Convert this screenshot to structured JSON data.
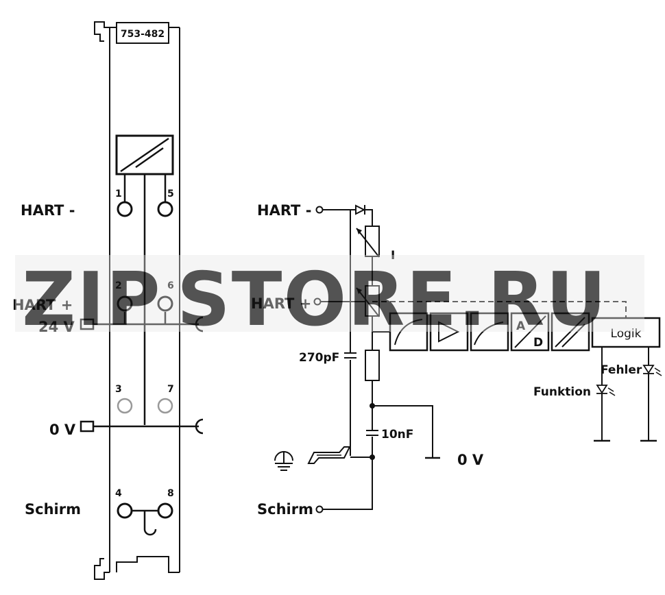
{
  "module": {
    "id": "753-482"
  },
  "left_labels": {
    "hart_minus": "HART -",
    "hart_plus": "HART +",
    "v24": "24 V",
    "v0": "0 V",
    "schirm": "Schirm"
  },
  "terminals": [
    "1",
    "5",
    "2",
    "6",
    "3",
    "7",
    "4",
    "8"
  ],
  "right_labels": {
    "hart_minus": "HART -",
    "hart_plus": "HART +",
    "schirm": "Schirm",
    "cap1": "270pF",
    "cap2": "10nF",
    "zero_v": "0 V",
    "current": "I"
  },
  "blocks": {
    "ad_a": "A",
    "ad_d": "D",
    "logic": "Logik"
  },
  "leds": {
    "fehler": "Fehler",
    "funktion": "Funktion"
  },
  "watermark": {
    "part1": "ZIP",
    "part2": "STORE.RU",
    "color1": "#f0a050",
    "color2": "#c8c8c8"
  }
}
